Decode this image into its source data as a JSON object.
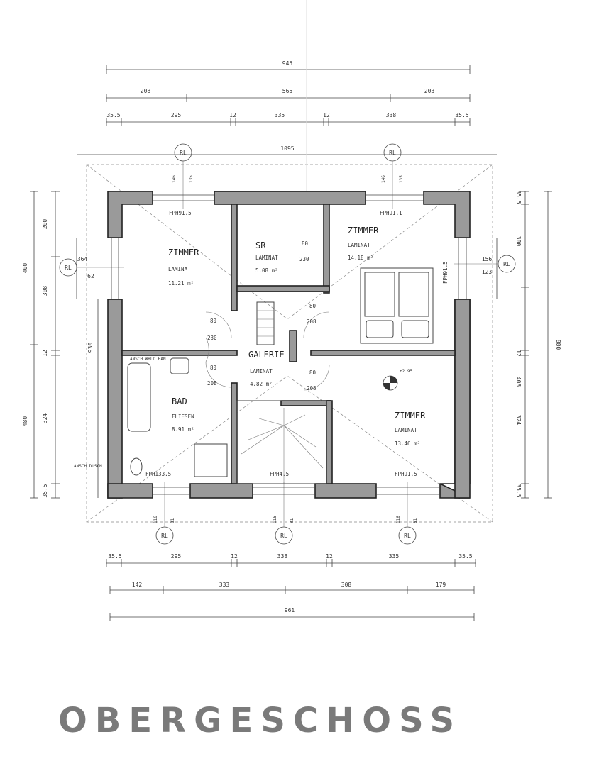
{
  "floor_title": "OBERGESCHOSS",
  "dimensions": {
    "top_overall": "945",
    "top_mid": [
      "208",
      "565",
      "203"
    ],
    "top_detail": [
      "35.5",
      "295",
      "12",
      "335",
      "12",
      "338",
      "35.5"
    ],
    "roof_overall": "1095",
    "bottom_detail": [
      "35.5",
      "295",
      "12",
      "338",
      "12",
      "335",
      "35.5"
    ],
    "bottom_mid": [
      "142",
      "333",
      "308",
      "179"
    ],
    "bottom_overall": "961",
    "left_outer": [
      "400",
      "480"
    ],
    "left_inner": [
      "200",
      "308",
      "12",
      "324",
      "35.5"
    ],
    "left_window": [
      "364",
      "62"
    ],
    "left_wall": "930",
    "right_outer": "880",
    "right_inner": [
      "35.5",
      "300",
      "12",
      "408",
      "324",
      "35.5"
    ],
    "right_window": [
      "156",
      "123"
    ]
  },
  "axis_labels": [
    "RL",
    "RL",
    "RL",
    "RL",
    "RL",
    "RL",
    "RL"
  ],
  "rooms": {
    "zimmer1": {
      "name": "ZIMMER",
      "floor": "LAMINAT",
      "area": "11.21 m²"
    },
    "sr": {
      "name": "SR",
      "floor": "LAMINAT",
      "area": "5.08 m²",
      "dim_a": "80",
      "dim_b": "230"
    },
    "zimmer2": {
      "name": "ZIMMER",
      "floor": "LAMINAT",
      "area": "14.18 m²"
    },
    "galerie": {
      "name": "GALERIE",
      "floor": "LAMINAT",
      "area": "4.82 m²"
    },
    "bad": {
      "name": "BAD",
      "floor": "FLIESEN",
      "area": "8.91 m²"
    },
    "zimmer3": {
      "name": "ZIMMER",
      "floor": "LAMINAT",
      "area": "13.46 m²"
    }
  },
  "openings": {
    "fph_top_left": "FPH91.5",
    "fph_top_right": "FPH91.1",
    "fph_right": "FPH91.5",
    "fph_bad": "FPH133.5",
    "fph_stair": "FPH4.5",
    "fph_bottom_right": "FPH91.5",
    "door_dims": [
      "80",
      "230",
      "80",
      "208",
      "80",
      "208",
      "80",
      "208"
    ],
    "window_marks": [
      "146",
      "135",
      "146",
      "135",
      "116",
      "81",
      "116",
      "81",
      "116",
      "81"
    ]
  },
  "notes": {
    "bad_top": "ANSCH WBLD.HAN",
    "bad_side": "ANSCH DUSCH",
    "level": "+2.95"
  }
}
